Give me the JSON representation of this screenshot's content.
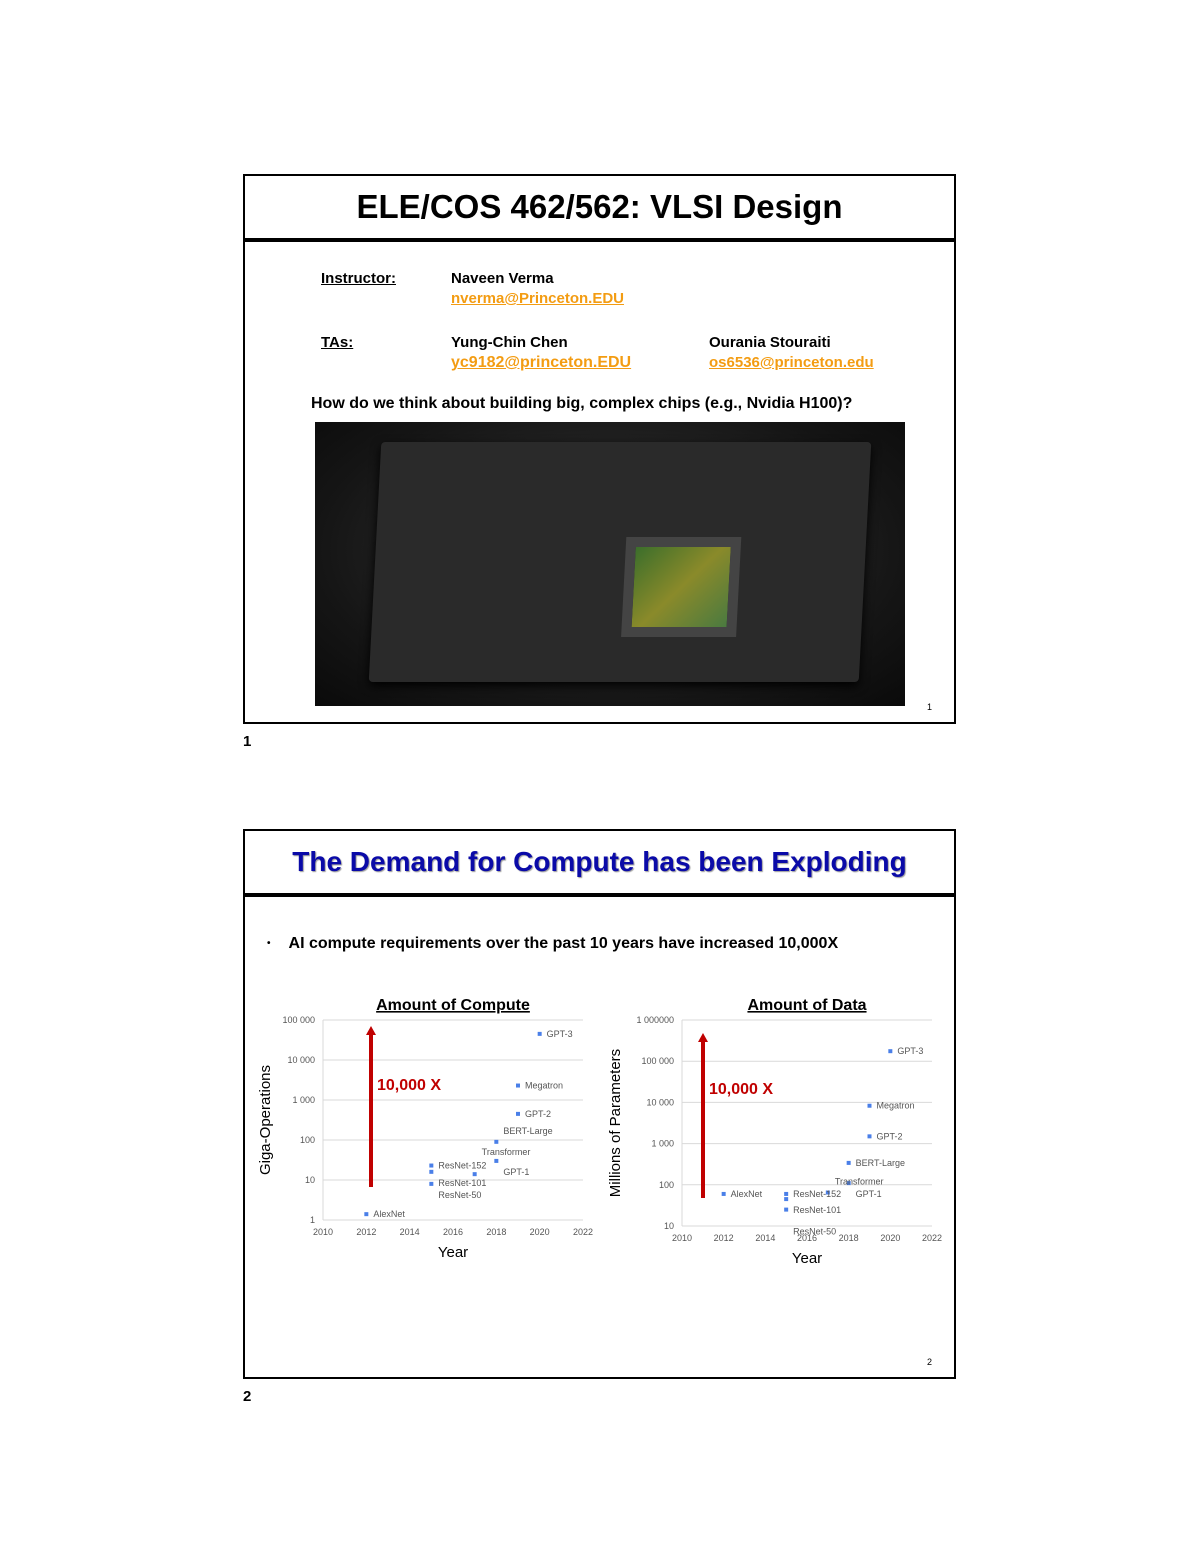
{
  "slide1": {
    "title": "ELE/COS 462/562: VLSI Design",
    "instructor_label": "Instructor:",
    "instructor_name": "Naveen Verma",
    "instructor_email": "nverma@Princeton.EDU",
    "tas_label": "TAs:",
    "ta1_name": "Yung-Chin Chen",
    "ta1_email": "yc9182@princeton.EDU",
    "ta2_name": "Ourania Stouraiti",
    "ta2_email": "os6536@princeton.edu",
    "question": "How do we think about building big, complex chips (e.g., Nvidia H100)?",
    "slide_number": "1",
    "page_number": "1"
  },
  "slide2": {
    "title": "The Demand for Compute has been Exploding",
    "bullet": "AI compute requirements over the past 10 years have increased 10,000X",
    "slide_number": "2",
    "page_number": "2"
  },
  "colors": {
    "title2": "#0a0aa8",
    "link": "#f39c12",
    "arrow": "#c00000",
    "points": "#4a7fe8"
  },
  "chart_data": [
    {
      "type": "scatter",
      "title": "Amount of Compute",
      "xlabel": "Year",
      "ylabel": "Giga-Operations",
      "xlim": [
        2010,
        2022
      ],
      "ylim": [
        1,
        100000
      ],
      "yscale": "log",
      "xticks": [
        "2010",
        "2012",
        "2014",
        "2016",
        "2018",
        "2020",
        "2022"
      ],
      "yticks": [
        "1",
        "10",
        "100",
        "1 000",
        "10 000",
        "100 000"
      ],
      "grid": true,
      "annotation": "10,000 X",
      "points": [
        {
          "label": "AlexNet",
          "x": 2012,
          "y": 1.4
        },
        {
          "label": "ResNet-152",
          "x": 2015,
          "y": 23
        },
        {
          "label": "ResNet-101",
          "x": 2015,
          "y": 16
        },
        {
          "label": "ResNet-50",
          "x": 2015,
          "y": 8
        },
        {
          "label": "Transformer",
          "x": 2017,
          "y": 14
        },
        {
          "label": "GPT-1",
          "x": 2018,
          "y": 30
        },
        {
          "label": "BERT-Large",
          "x": 2018,
          "y": 90
        },
        {
          "label": "GPT-2",
          "x": 2019,
          "y": 450
        },
        {
          "label": "Megatron",
          "x": 2019,
          "y": 2300
        },
        {
          "label": "GPT-3",
          "x": 2020,
          "y": 45000
        }
      ]
    },
    {
      "type": "scatter",
      "title": "Amount of Data",
      "xlabel": "Year",
      "ylabel": "Millions of Parameters",
      "xlim": [
        2010,
        2022
      ],
      "ylim": [
        10,
        1000000
      ],
      "yscale": "log",
      "xticks": [
        "2010",
        "2012",
        "2014",
        "2016",
        "2018",
        "2020",
        "2022"
      ],
      "yticks": [
        "10",
        "100",
        "1 000",
        "10 000",
        "100 000",
        "1 000000"
      ],
      "grid": true,
      "annotation": "10,000 X",
      "points": [
        {
          "label": "AlexNet",
          "x": 2012,
          "y": 60
        },
        {
          "label": "ResNet-152",
          "x": 2015,
          "y": 60
        },
        {
          "label": "ResNet-101",
          "x": 2015,
          "y": 45
        },
        {
          "label": "ResNet-50",
          "x": 2015,
          "y": 25
        },
        {
          "label": "Transformer",
          "x": 2017,
          "y": 65
        },
        {
          "label": "GPT-1",
          "x": 2018,
          "y": 110
        },
        {
          "label": "BERT-Large",
          "x": 2018,
          "y": 340
        },
        {
          "label": "GPT-2",
          "x": 2019,
          "y": 1500
        },
        {
          "label": "Megatron",
          "x": 2019,
          "y": 8300
        },
        {
          "label": "GPT-3",
          "x": 2020,
          "y": 175000
        }
      ]
    }
  ]
}
